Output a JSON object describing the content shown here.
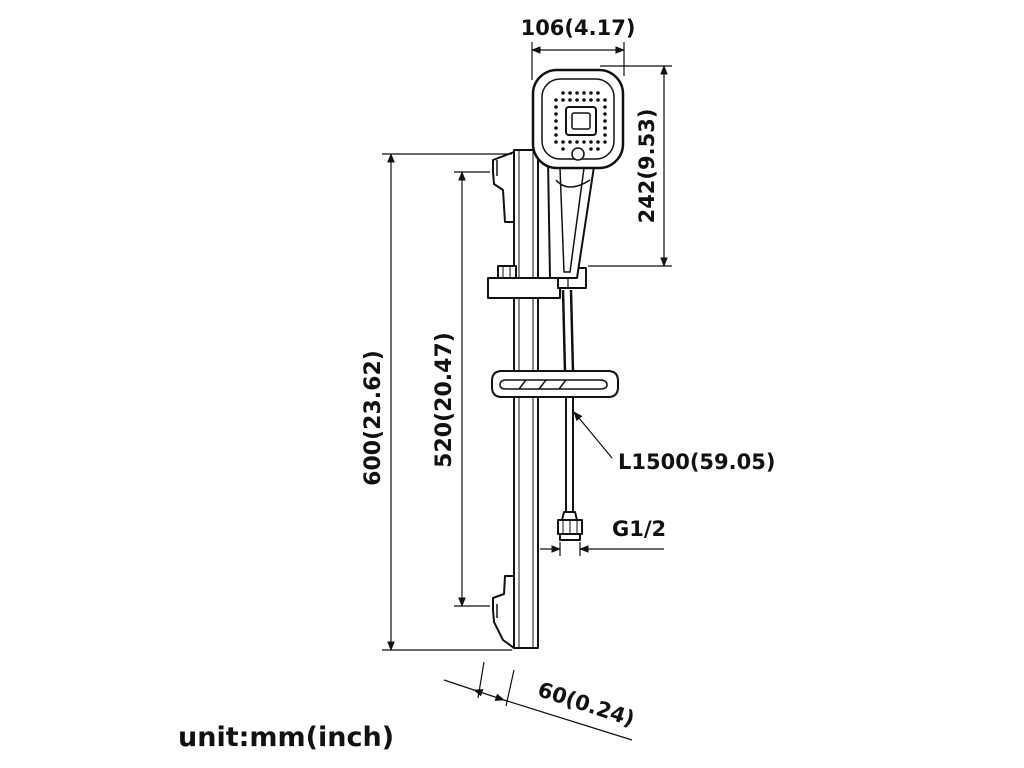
{
  "dimensions": {
    "head_width": "106(4.17)",
    "head_height": "242(9.53)",
    "rail_length": "600(23.62)",
    "bracket_spacing": "520(20.47)",
    "hose_length": "L1500(59.05)",
    "connector_thread": "G1/2",
    "rail_depth": "60(0.24)"
  },
  "unit_label": "unit:mm(inch)",
  "colors": {
    "line": "#111111",
    "background": "#ffffff"
  }
}
